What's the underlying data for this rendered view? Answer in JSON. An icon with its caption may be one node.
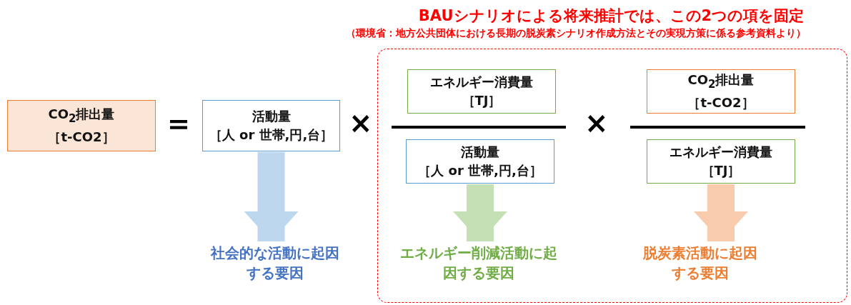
{
  "diagram": {
    "nodes": [
      {
        "text": [
          "CO$_{2}$排出量",
          "［t-CO2］"
        ]
      },
      {
        "text": [
          "活動量",
          "［人 or 世帯,円,台］"
        ]
      },
      {
        "text": [
          "BAUシナリオによる将来推計では、この2つの項を固定",
          "（環境省：地方公共団体における長期の脱炭素シナリオ作成方法とその実現方策に係る参考資料より）"
        ]
      },
      {
        "text": [
          "エネルギー消費量",
          "［TJ］"
        ],
        "in": 2
      },
      {
        "text": [
          "活動量",
          "［人 or 世帯,円,台］"
        ],
        "in": 2
      },
      {
        "text": [
          "CO$_{2}$排出量",
          "［t-CO2］"
        ],
        "in": 2
      },
      {
        "text": [
          "エネルギー消費量",
          "［TJ］"
        ],
        "in": 2
      },
      {
        "text": [
          "社会的な活動に起因する要因"
        ]
      },
      {
        "text": [
          "エネルギー削減活動に起因する要因"
        ],
        "in": 2
      },
      {
        "text": [
          "脱炭素活動に起因する要因"
        ],
        "in": 2
      }
    ],
    "edges": [
      {
        "from": 1,
        "to": 7,
        "arrow": "to",
        "color": "#bdd7ee"
      },
      {
        "from": 4,
        "to": 8,
        "arrow": "to",
        "color": "#c5e0b4"
      },
      {
        "from": 6,
        "to": 9,
        "arrow": "to",
        "color": "#f8cbad"
      }
    ],
    "labels": [
      "＝",
      "×",
      "×"
    ]
  }
}
